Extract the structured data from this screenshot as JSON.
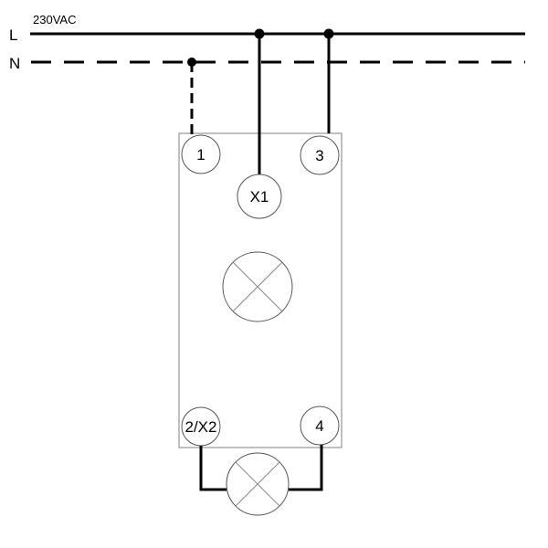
{
  "supply": {
    "line_label": "L",
    "neutral_label": "N",
    "voltage": "230VAC"
  },
  "terminals": {
    "t1": "1",
    "t3": "3",
    "x1": "X1",
    "t2x2": "2/X2",
    "t4": "4"
  }
}
